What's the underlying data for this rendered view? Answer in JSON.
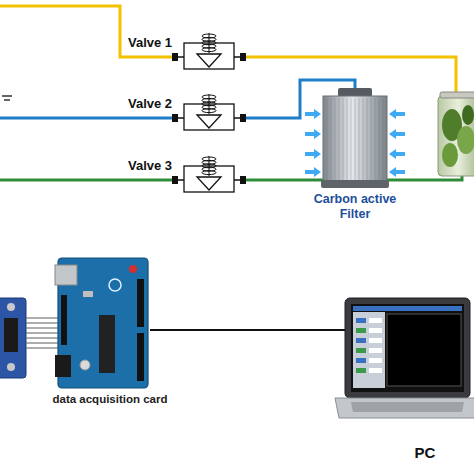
{
  "diagram": {
    "nodes": [
      {
        "text": [
          "Valve 1"
        ]
      },
      {
        "text": [
          "Valve 2"
        ]
      },
      {
        "text": [
          "Valve 3"
        ]
      },
      {
        "text": [
          "Carbon active Filter"
        ]
      },
      {
        "text": [
          "data acquisition card"
        ]
      },
      {
        "text": [
          "PC"
        ]
      }
    ],
    "edges": [
      {
        "from": 1,
        "to": 3,
        "arrow": "none"
      },
      {
        "from": 4,
        "to": 5,
        "arrow": "none"
      }
    ]
  }
}
